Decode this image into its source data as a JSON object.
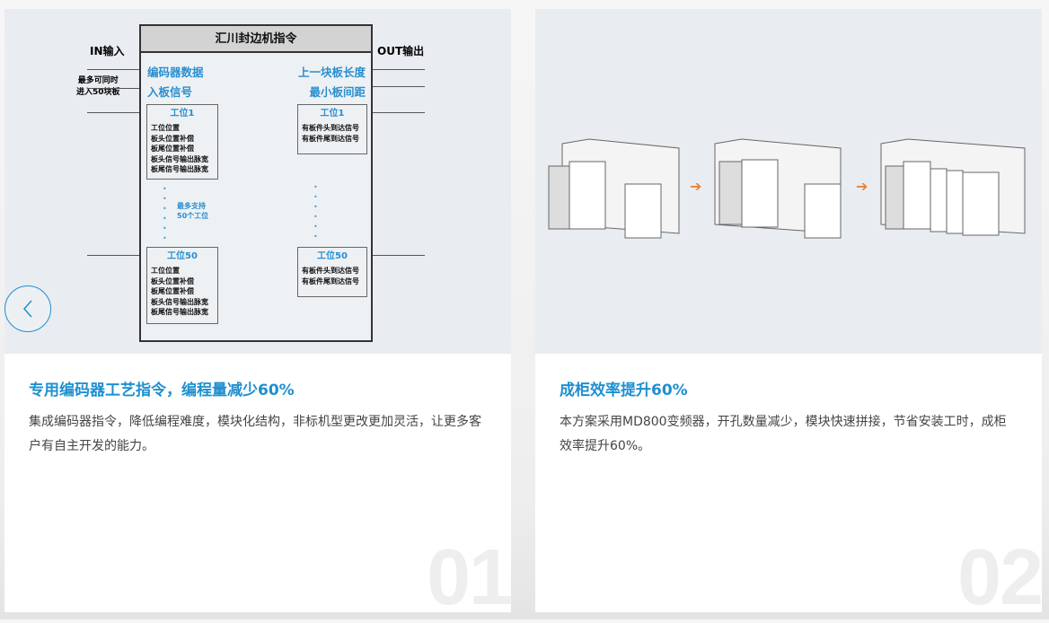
{
  "cards": [
    {
      "title": "专用编码器工艺指令，编程量减少60%",
      "description": "集成编码器指令，降低编程难度，模块化结构，非标机型更改更加灵活，让更多客户有自主开发的能力。",
      "number": "01",
      "diagram": {
        "header": "汇川封边机指令",
        "in_label": "IN输入",
        "out_label": "OUT输出",
        "in_note_1": "最多可同时",
        "in_note_2": "进入50块板",
        "in_signals": [
          "编码器数据",
          "入板信号"
        ],
        "out_signals": [
          "上一块板长度",
          "最小板间距"
        ],
        "station1": "工位1",
        "station50": "工位50",
        "support_note_1": "最多支持",
        "support_note_2": "50个工位",
        "in_items": [
          "工位位置",
          "板头位置补偿",
          "板尾位置补偿",
          "板头信号输出脉宽",
          "板尾信号输出脉宽"
        ],
        "out_items": [
          "有板件头到达信号",
          "有板件尾到达信号"
        ]
      }
    },
    {
      "title": "成柜效率提升60%",
      "description": "本方案采用MD800变频器，开孔数量减少，模块快速拼接，节省安装工时，成柜效率提升60%。",
      "number": "02"
    }
  ],
  "colors": {
    "accent": "#1e8fd0",
    "arrow": "#e8823a"
  }
}
